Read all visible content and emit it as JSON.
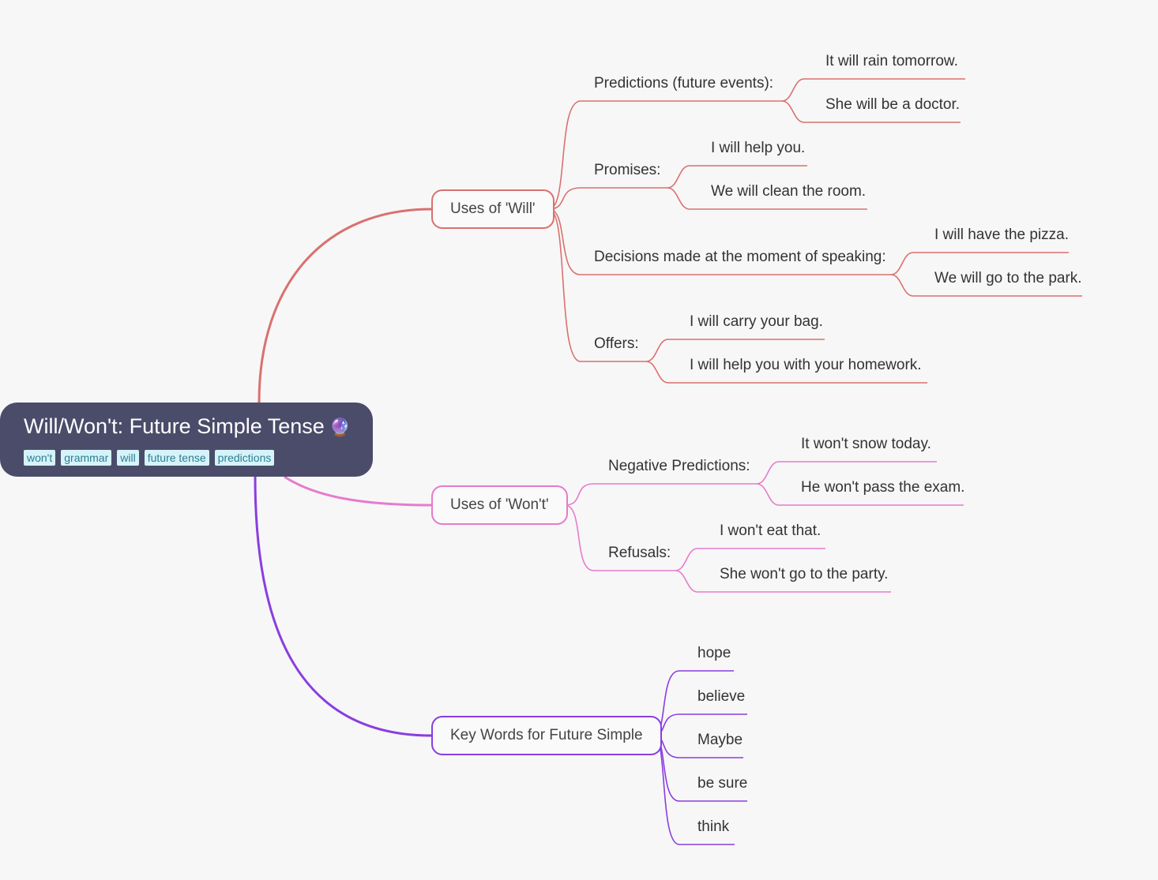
{
  "root": {
    "title": "Will/Won't: Future Simple Tense",
    "emoji": "🔮",
    "tags": [
      "won't",
      "grammar",
      "will",
      "future tense",
      "predictions"
    ]
  },
  "colors": {
    "will": "#d9716f",
    "wont": "#e67bcd",
    "keywords": "#8a3de0",
    "root_bg": "#4b4c6a"
  },
  "branches": {
    "will": {
      "label": "Uses of 'Will'",
      "groups": [
        {
          "label": "Predictions (future events):",
          "items": [
            "It will rain tomorrow.",
            "She will be a doctor."
          ]
        },
        {
          "label": "Promises:",
          "items": [
            "I will help you.",
            "We will clean the room."
          ]
        },
        {
          "label": "Decisions made at the moment of speaking:",
          "items": [
            "I will have the pizza.",
            "We will go to the park."
          ]
        },
        {
          "label": "Offers:",
          "items": [
            "I will carry your bag.",
            "I will help you with your homework."
          ]
        }
      ]
    },
    "wont": {
      "label": "Uses of 'Won't'",
      "groups": [
        {
          "label": "Negative Predictions:",
          "items": [
            "It won't snow today.",
            "He won't pass the exam."
          ]
        },
        {
          "label": "Refusals:",
          "items": [
            "I won't eat that.",
            "She won't go to the party."
          ]
        }
      ]
    },
    "keywords": {
      "label": "Key Words for Future Simple",
      "items": [
        "hope",
        "believe",
        "Maybe",
        "be sure",
        "think"
      ]
    }
  }
}
